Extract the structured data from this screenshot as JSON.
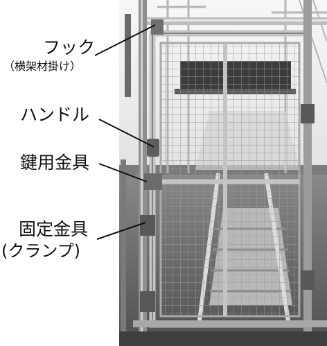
{
  "labels": {
    "hook": "フック",
    "hook_sub": "（横架材掛け）",
    "handle": "ハンドル",
    "lock_fitting": "鍵用金具",
    "fix_fitting": "固定金具",
    "fix_fitting_sub": "(クランプ)"
  },
  "colors": {
    "label_text": "#111111",
    "sky": "#f1f1f1",
    "ground": "#6e6e6e",
    "pipe": "#c9c9c9",
    "pipe_dark": "#4a4a4a",
    "mesh": "#9a9a9a"
  }
}
